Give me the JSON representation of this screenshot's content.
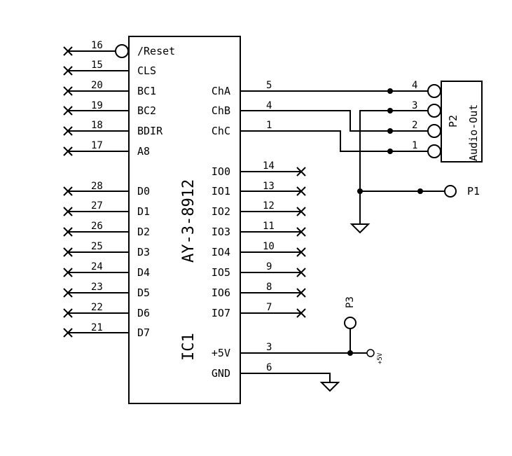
{
  "ic": {
    "part": "AY-3-8912",
    "ref": "IC1",
    "left_pins": [
      {
        "num": "16",
        "name": "/Reset",
        "bubble": true
      },
      {
        "num": "15",
        "name": "CLS"
      },
      {
        "num": "20",
        "name": "BC1"
      },
      {
        "num": "19",
        "name": "BC2"
      },
      {
        "num": "18",
        "name": "BDIR"
      },
      {
        "num": "17",
        "name": "A8"
      },
      {
        "num": "28",
        "name": "D0"
      },
      {
        "num": "27",
        "name": "D1"
      },
      {
        "num": "26",
        "name": "D2"
      },
      {
        "num": "25",
        "name": "D3"
      },
      {
        "num": "24",
        "name": "D4"
      },
      {
        "num": "23",
        "name": "D5"
      },
      {
        "num": "22",
        "name": "D6"
      },
      {
        "num": "21",
        "name": "D7"
      }
    ],
    "right_pins": [
      {
        "num": "5",
        "name": "ChA"
      },
      {
        "num": "4",
        "name": "ChB"
      },
      {
        "num": "1",
        "name": "ChC"
      },
      {
        "num": "14",
        "name": "IO0"
      },
      {
        "num": "13",
        "name": "IO1"
      },
      {
        "num": "12",
        "name": "IO2"
      },
      {
        "num": "11",
        "name": "IO3"
      },
      {
        "num": "10",
        "name": "IO4"
      },
      {
        "num": "9",
        "name": "IO5"
      },
      {
        "num": "8",
        "name": "IO6"
      },
      {
        "num": "7",
        "name": "IO7"
      },
      {
        "num": "3",
        "name": "+5V"
      },
      {
        "num": "6",
        "name": "GND"
      }
    ]
  },
  "p2": {
    "ref": "P2",
    "value": "Audio-Out",
    "pins": [
      "4",
      "3",
      "2",
      "1"
    ]
  },
  "p1": {
    "ref": "P1"
  },
  "p3": {
    "ref": "P3"
  },
  "power": {
    "label": "+5V"
  }
}
